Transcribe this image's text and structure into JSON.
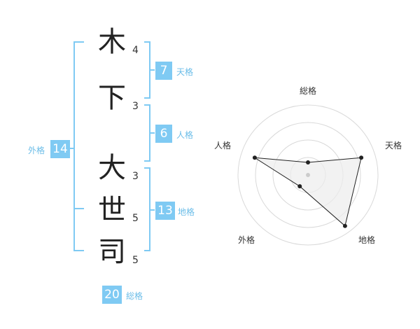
{
  "name": {
    "chars": [
      {
        "char": "木",
        "strokes": "4"
      },
      {
        "char": "下",
        "strokes": "3"
      },
      {
        "char": "大",
        "strokes": "3"
      },
      {
        "char": "世",
        "strokes": "5"
      },
      {
        "char": "司",
        "strokes": "5"
      }
    ]
  },
  "fortune": {
    "tenkaku": {
      "label": "天格",
      "value": "7"
    },
    "jinkaku": {
      "label": "人格",
      "value": "6"
    },
    "chikaku": {
      "label": "地格",
      "value": "13"
    },
    "gaikaku": {
      "label": "外格",
      "value": "14"
    },
    "soukaku": {
      "label": "総格",
      "value": "20"
    }
  },
  "colors": {
    "accent": "#7fcaf3",
    "bracket": "#7fcaf3",
    "text": "#222222"
  },
  "chart_data": {
    "type": "radar",
    "axes": [
      "総格",
      "天格",
      "地格",
      "外格",
      "人格"
    ],
    "values": [
      0.18,
      0.8,
      0.9,
      0.2,
      0.8
    ],
    "rings": 4
  }
}
